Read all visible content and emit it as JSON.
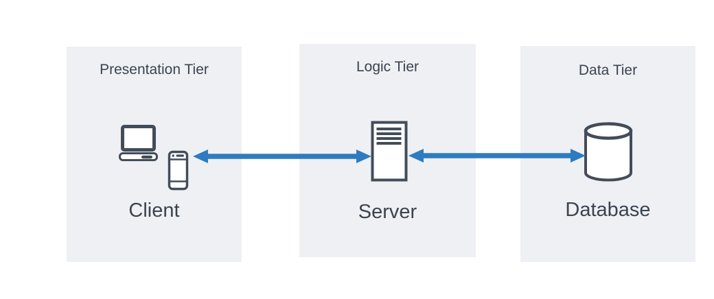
{
  "diagram": {
    "tiers": [
      {
        "id": "presentation",
        "title": "Presentation Tier",
        "node_label": "Client",
        "icons": [
          "laptop-icon",
          "smartphone-icon"
        ]
      },
      {
        "id": "logic",
        "title": "Logic Tier",
        "node_label": "Server",
        "icons": [
          "server-icon"
        ]
      },
      {
        "id": "data",
        "title": "Data Tier",
        "node_label": "Database",
        "icons": [
          "database-icon"
        ]
      }
    ],
    "connections": [
      {
        "from": "Client",
        "to": "Server",
        "direction": "bidirectional"
      },
      {
        "from": "Server",
        "to": "Database",
        "direction": "bidirectional"
      }
    ],
    "colors": {
      "canvas_bg": "#ffffff",
      "panel_bg": "#eef0f3",
      "icon_stroke": "#434c59",
      "text": "#3b4350",
      "arrow": "#2e7cbf"
    }
  }
}
